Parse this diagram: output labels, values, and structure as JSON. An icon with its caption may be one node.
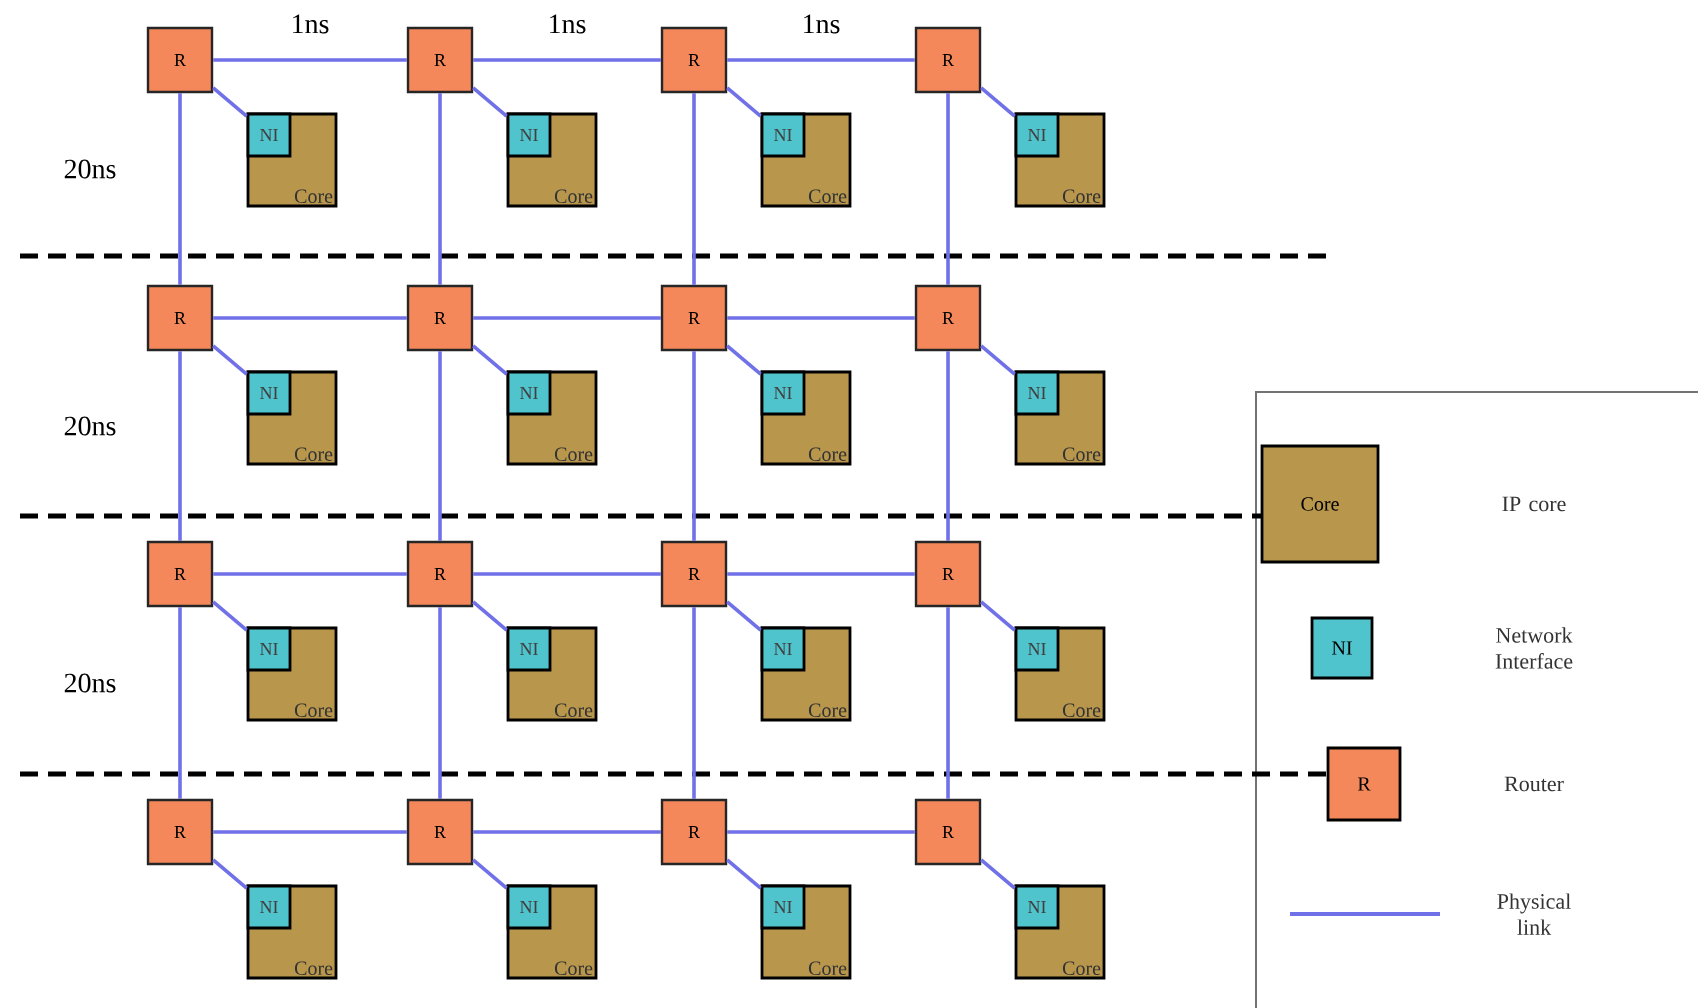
{
  "diagram": {
    "nodes": [
      {
        "text": [
          "R"
        ]
      },
      {
        "text": [
          "Core"
        ]
      },
      {
        "text": [
          "NI"
        ],
        "in": 1
      },
      {
        "text": [
          "R"
        ]
      },
      {
        "text": [
          "Core"
        ]
      },
      {
        "text": [
          "NI"
        ],
        "in": 4
      },
      {
        "text": [
          "R"
        ]
      },
      {
        "text": [
          "Core"
        ]
      },
      {
        "text": [
          "NI"
        ],
        "in": 7
      },
      {
        "text": [
          "R"
        ]
      },
      {
        "text": [
          "Core"
        ]
      },
      {
        "text": [
          "NI"
        ],
        "in": 10
      },
      {
        "text": [
          "R"
        ]
      },
      {
        "text": [
          "Core"
        ]
      },
      {
        "text": [
          "NI"
        ],
        "in": 13
      },
      {
        "text": [
          "R"
        ]
      },
      {
        "text": [
          "Core"
        ]
      },
      {
        "text": [
          "NI"
        ],
        "in": 16
      },
      {
        "text": [
          "R"
        ]
      },
      {
        "text": [
          "Core"
        ]
      },
      {
        "text": [
          "NI"
        ],
        "in": 19
      },
      {
        "text": [
          "R"
        ]
      },
      {
        "text": [
          "Core"
        ]
      },
      {
        "text": [
          "NI"
        ],
        "in": 22
      },
      {
        "text": [
          "R"
        ]
      },
      {
        "text": [
          "Core"
        ]
      },
      {
        "text": [
          "NI"
        ],
        "in": 25
      },
      {
        "text": [
          "R"
        ]
      },
      {
        "text": [
          "Core"
        ]
      },
      {
        "text": [
          "NI"
        ],
        "in": 28
      },
      {
        "text": [
          "R"
        ]
      },
      {
        "text": [
          "Core"
        ]
      },
      {
        "text": [
          "NI"
        ],
        "in": 31
      },
      {
        "text": [
          "R"
        ]
      },
      {
        "text": [
          "Core"
        ]
      },
      {
        "text": [
          "NI"
        ],
        "in": 34
      },
      {
        "text": [
          "R"
        ]
      },
      {
        "text": [
          "Core"
        ]
      },
      {
        "text": [
          "NI"
        ],
        "in": 37
      },
      {
        "text": [
          "R"
        ]
      },
      {
        "text": [
          "Core"
        ]
      },
      {
        "text": [
          "NI"
        ],
        "in": 40
      },
      {
        "text": [
          "R"
        ]
      },
      {
        "text": [
          "Core"
        ]
      },
      {
        "text": [
          "NI"
        ],
        "in": 43
      },
      {
        "text": [
          "R"
        ]
      },
      {
        "text": [
          "Core"
        ]
      },
      {
        "text": [
          "NI"
        ],
        "in": 46
      }
    ],
    "edges": [
      {
        "from": 0,
        "to": 3,
        "arrow": "none",
        "label": "1ns"
      },
      {
        "from": 3,
        "to": 6,
        "arrow": "none",
        "label": "1ns"
      },
      {
        "from": 6,
        "to": 9,
        "arrow": "none",
        "label": "1ns"
      },
      {
        "from": 12,
        "to": 15,
        "arrow": "none"
      },
      {
        "from": 15,
        "to": 18,
        "arrow": "none"
      },
      {
        "from": 18,
        "to": 21,
        "arrow": "none"
      },
      {
        "from": 24,
        "to": 27,
        "arrow": "none"
      },
      {
        "from": 27,
        "to": 30,
        "arrow": "none"
      },
      {
        "from": 30,
        "to": 33,
        "arrow": "none"
      },
      {
        "from": 36,
        "to": 39,
        "arrow": "none"
      },
      {
        "from": 39,
        "to": 42,
        "arrow": "none"
      },
      {
        "from": 42,
        "to": 45,
        "arrow": "none"
      },
      {
        "from": 0,
        "to": 12,
        "arrow": "none",
        "label": "20ns"
      },
      {
        "from": 12,
        "to": 24,
        "arrow": "none",
        "label": "20ns"
      },
      {
        "from": 24,
        "to": 36,
        "arrow": "none",
        "label": "20ns"
      },
      {
        "from": 3,
        "to": 15,
        "arrow": "none"
      },
      {
        "from": 15,
        "to": 27,
        "arrow": "none"
      },
      {
        "from": 27,
        "to": 39,
        "arrow": "none"
      },
      {
        "from": 6,
        "to": 18,
        "arrow": "none"
      },
      {
        "from": 18,
        "to": 30,
        "arrow": "none"
      },
      {
        "from": 30,
        "to": 42,
        "arrow": "none"
      },
      {
        "from": 9,
        "to": 21,
        "arrow": "none"
      },
      {
        "from": 21,
        "to": 33,
        "arrow": "none"
      },
      {
        "from": 33,
        "to": 45,
        "arrow": "none"
      },
      {
        "from": 0,
        "to": 2,
        "arrow": "none"
      },
      {
        "from": 3,
        "to": 5,
        "arrow": "none"
      },
      {
        "from": 6,
        "to": 8,
        "arrow": "none"
      },
      {
        "from": 9,
        "to": 11,
        "arrow": "none"
      },
      {
        "from": 12,
        "to": 14,
        "arrow": "none"
      },
      {
        "from": 15,
        "to": 17,
        "arrow": "none"
      },
      {
        "from": 18,
        "to": 20,
        "arrow": "none"
      },
      {
        "from": 21,
        "to": 23,
        "arrow": "none"
      },
      {
        "from": 24,
        "to": 26,
        "arrow": "none"
      },
      {
        "from": 27,
        "to": 29,
        "arrow": "none"
      },
      {
        "from": 30,
        "to": 32,
        "arrow": "none"
      },
      {
        "from": 33,
        "to": 35,
        "arrow": "none"
      },
      {
        "from": 36,
        "to": 38,
        "arrow": "none"
      },
      {
        "from": 39,
        "to": 41,
        "arrow": "none"
      },
      {
        "from": 42,
        "to": 44,
        "arrow": "none"
      },
      {
        "from": 45,
        "to": 47,
        "arrow": "none"
      }
    ],
    "labels": [
      "Core",
      "NI",
      "R"
    ],
    "legend": [
      {
        "text": "IP core",
        "color": "#b8964c"
      },
      {
        "text": "Network Interface",
        "color": "#4fc4cc"
      },
      {
        "text": "Router",
        "color": "#f4885a"
      },
      {
        "text": "Physical link"
      }
    ]
  }
}
